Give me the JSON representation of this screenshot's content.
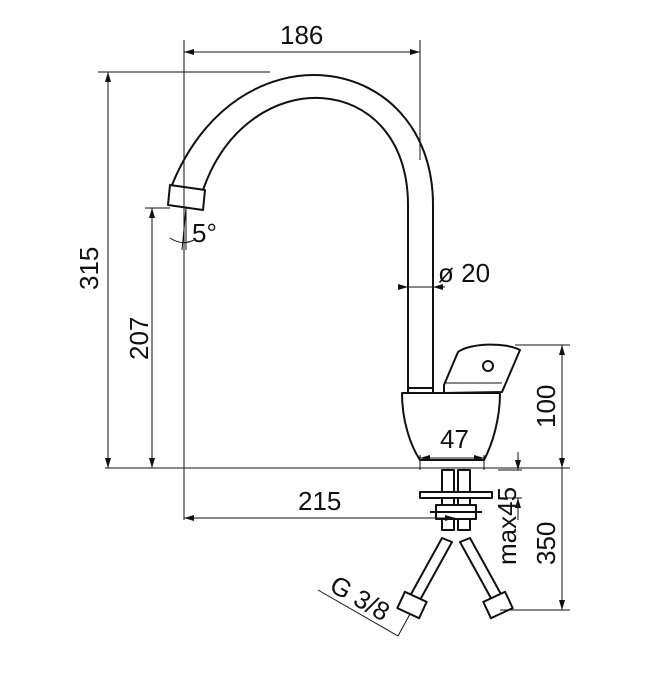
{
  "dimensions": {
    "spout_reach": "186",
    "total_height": "315",
    "spout_height": "207",
    "spout_angle": "5°",
    "spout_diameter": "ø 20",
    "lever_height": "100",
    "base_diameter": "47",
    "mount_reach": "215",
    "max_thickness": "max45",
    "hose_length": "350",
    "thread": "G 3/8"
  },
  "colors": {
    "line": "#111111",
    "background": "#ffffff"
  }
}
